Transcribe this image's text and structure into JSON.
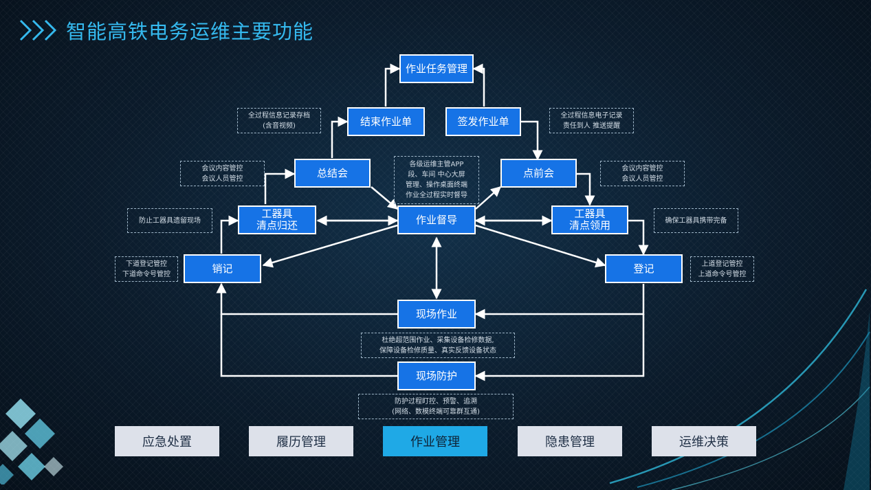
{
  "page_title": "智能高铁电务运维主要功能",
  "nodes": {
    "task_mgmt": "作业任务管理",
    "finish_order": "结束作业单",
    "issue_order": "签发作业单",
    "summary_meeting": "总结会",
    "pre_meeting": "点前会",
    "tools_return": "工器具\n清点归还",
    "supervision": "作业督导",
    "tools_receive": "工器具\n清点领用",
    "logout": "销记",
    "register": "登记",
    "field_work": "现场作业",
    "field_protection": "现场防护"
  },
  "notes": {
    "record_store": "全过程信息记录存档\n(含音视频)",
    "e_record": "全过程信息电子记录\n责任到人 推送提醒",
    "meeting_left": "会议内容管控\n会议人员管控",
    "app_screens": "各级运维主管APP\n段、车间 中心大屏\n管理、操作桌面终端\n作业全过程实时督导",
    "meeting_right": "会议内容管控\n会议人员管控",
    "prevent_tools_left": "防止工器具遗留现场",
    "ensure_tools": "确保工器具携带完备",
    "down_control": "下道登记管控\n下道命令号管控",
    "up_control": "上道登记管控\n上道命令号管控",
    "field_work_desc": "杜绝超范围作业、采集设备检修数据,\n保障设备检修质量、真实反馈设备状态",
    "protection_desc": "防护过程盯控、预警、追溯\n(网络、数模终端可靠群互通)"
  },
  "tabs": [
    {
      "label": "应急处置",
      "active": false
    },
    {
      "label": "履历管理",
      "active": false
    },
    {
      "label": "作业管理",
      "active": true
    },
    {
      "label": "隐患管理",
      "active": false
    },
    {
      "label": "运维决策",
      "active": false
    }
  ],
  "colors": {
    "title": "#35b9ee",
    "node_fill": "#1673e6",
    "tab_active": "#1fa9e6",
    "tab_inactive": "#dde1ea"
  }
}
